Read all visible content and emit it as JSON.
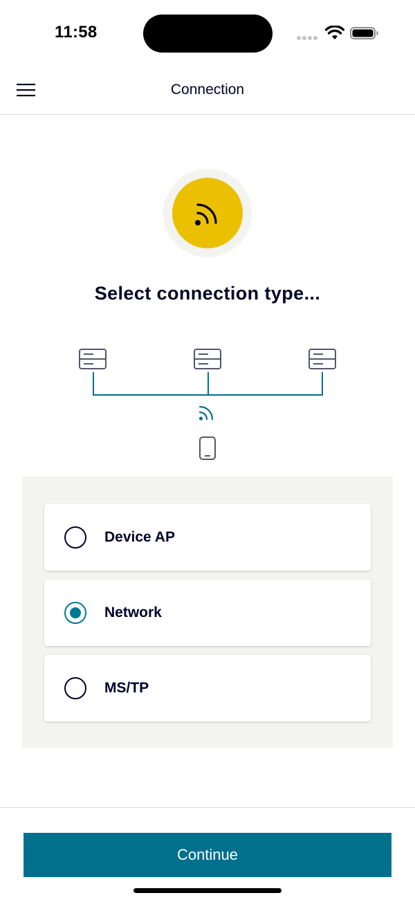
{
  "status_bar": {
    "time": "11:58",
    "icons": [
      "cellular-signal-icon",
      "wifi-icon",
      "battery-icon"
    ]
  },
  "header": {
    "title": "Connection",
    "menu_icon": "hamburger-menu-icon"
  },
  "hero": {
    "icon": "wireless-signal-icon",
    "accent_color": "#ebc000"
  },
  "main": {
    "heading": "Select connection type...",
    "diagram_icons": [
      "device-icon",
      "device-icon",
      "device-icon",
      "wireless-signal-icon",
      "smartphone-icon"
    ],
    "options": [
      {
        "label": "Device AP",
        "selected": false
      },
      {
        "label": "Network",
        "selected": true
      },
      {
        "label": "MS/TP",
        "selected": false
      }
    ]
  },
  "footer": {
    "continue_label": "Continue"
  },
  "colors": {
    "primary": "#00708c",
    "selected_radio": "#007993",
    "text": "#000028",
    "panel_background": "#f3f3f0"
  }
}
